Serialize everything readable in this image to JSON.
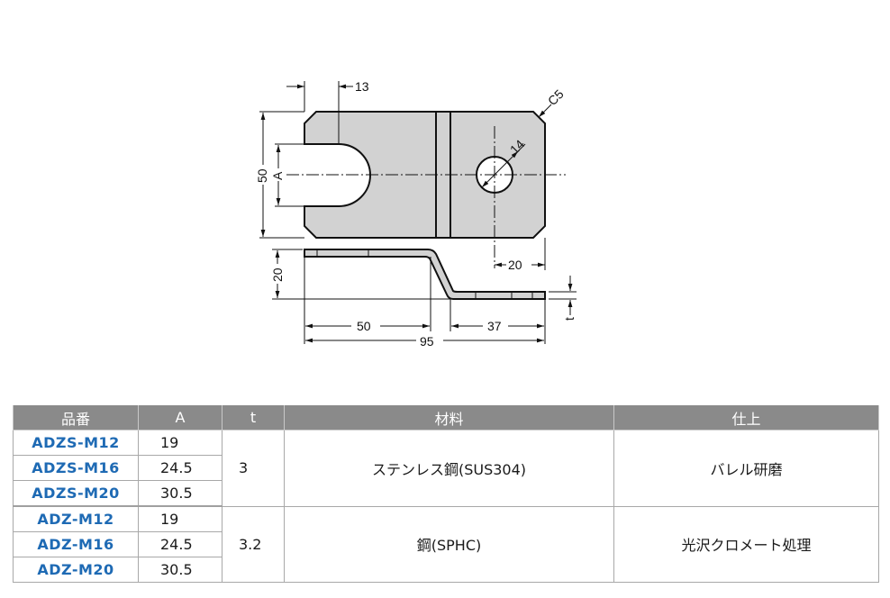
{
  "drawing": {
    "top_view": {
      "dimensions": {
        "slot_offset": "13",
        "chamfer": "C5",
        "hole_diameter": "14",
        "height": "50",
        "slot_width": "A",
        "hole_to_edge": "20"
      }
    },
    "side_view": {
      "dimensions": {
        "step_height": "20",
        "upper_flange": "50",
        "lower_flange": "37",
        "overall_length": "95",
        "thickness": "t"
      }
    },
    "colors": {
      "part_fill": "#d2d2d2",
      "line": "#111111"
    }
  },
  "table": {
    "headers": [
      "品番",
      "A",
      "t",
      "材料",
      "仕上"
    ],
    "groups": [
      {
        "t": "3",
        "material": "ステンレス鋼(SUS304)",
        "finish": "バレル研磨",
        "rows": [
          {
            "code": "ADZS-M12",
            "A": "19"
          },
          {
            "code": "ADZS-M16",
            "A": "24.5"
          },
          {
            "code": "ADZS-M20",
            "A": "30.5"
          }
        ]
      },
      {
        "t": "3.2",
        "material": "鋼(SPHC)",
        "finish": "光沢クロメート処理",
        "rows": [
          {
            "code": "ADZ-M12",
            "A": "19"
          },
          {
            "code": "ADZ-M16",
            "A": "24.5"
          },
          {
            "code": "ADZ-M20",
            "A": "30.5"
          }
        ]
      }
    ],
    "colors": {
      "header_bg": "#8a8a8a",
      "header_text": "#ffffff",
      "code_text": "#1e6ab4",
      "border": "#a8a8a8"
    }
  }
}
